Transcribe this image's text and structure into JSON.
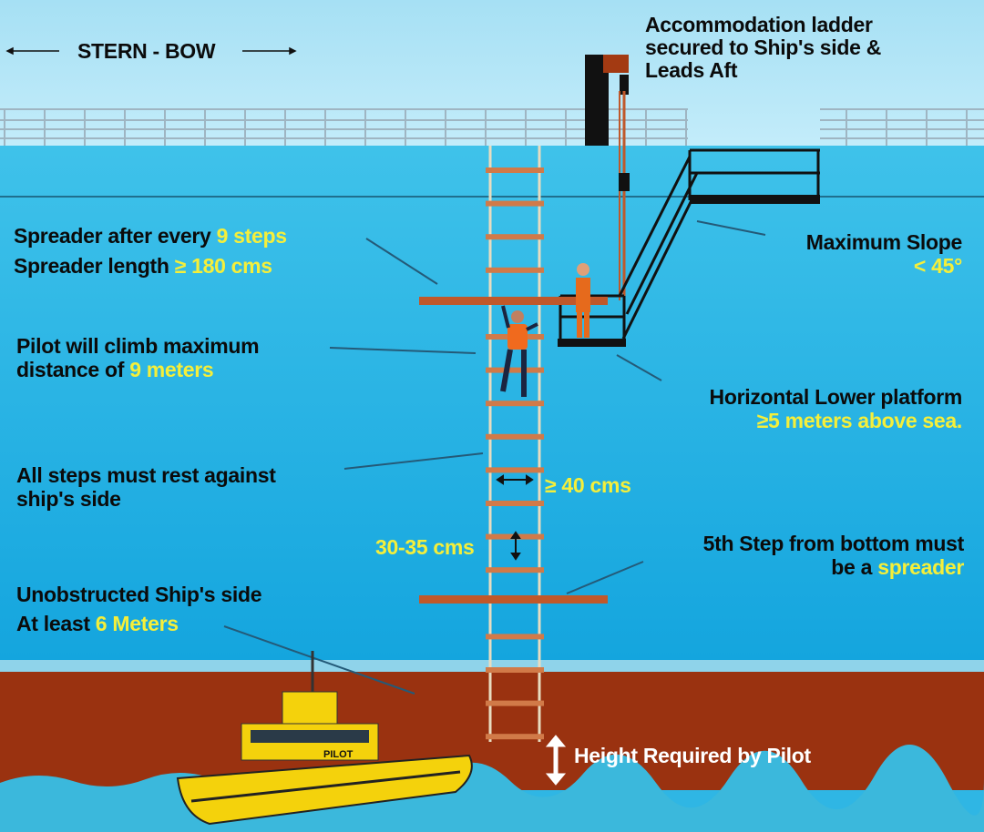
{
  "header": {
    "direction_label": "STERN - BOW"
  },
  "accommodation": {
    "line1": "Accommodation ladder",
    "line2": "secured to Ship's side &",
    "line3": "Leads Aft"
  },
  "spreader": {
    "l1_pre": "Spreader after every ",
    "l1_hl": "9 steps",
    "l2_pre": "Spreader length ",
    "l2_hl": "≥ 180 cms"
  },
  "slope": {
    "line1": "Maximum Slope",
    "line2": "< 45°"
  },
  "climb": {
    "line1": "Pilot will climb maximum",
    "l2_pre": "distance of ",
    "l2_hl": "9 meters"
  },
  "platform": {
    "line1": "Horizontal Lower platform",
    "line2": "≥5 meters above sea."
  },
  "steps_rest": {
    "line1": "All steps must rest against",
    "line2": "ship's side"
  },
  "step_width": "≥ 40 cms",
  "step_spacing": "30-35 cms",
  "fifth_step": {
    "line1": "5th Step from bottom must",
    "l2_pre": "be a ",
    "l2_hl": "spreader"
  },
  "unobstructed": {
    "line1": "Unobstructed Ship's side",
    "l2_pre": "At least ",
    "l2_hl": "6 Meters"
  },
  "height_required": "Height Required by Pilot",
  "boat": {
    "label": "PILOT"
  },
  "colors": {
    "highlight": "#f5ef3a",
    "hull": "#1aa7dd",
    "waterline": "#9a3210",
    "spreader": "#c0582a"
  }
}
